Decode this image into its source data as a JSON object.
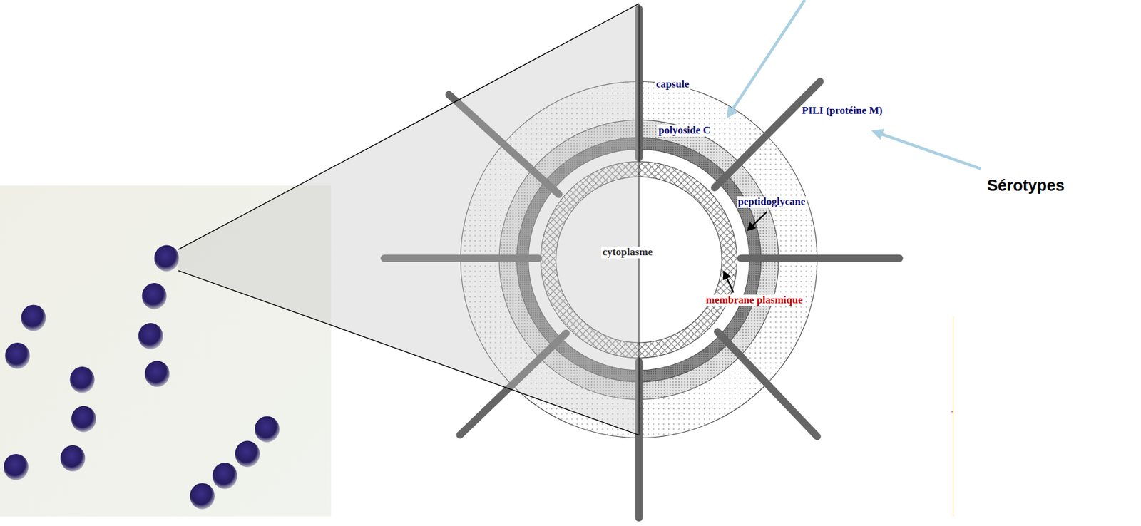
{
  "diagram": {
    "labels": [
      "capsule",
      "PILI (protéine M)",
      "polyoside C",
      "peptidoglycane",
      "cytoplasme",
      "membrane plasmique",
      "Sérotypes"
    ]
  }
}
